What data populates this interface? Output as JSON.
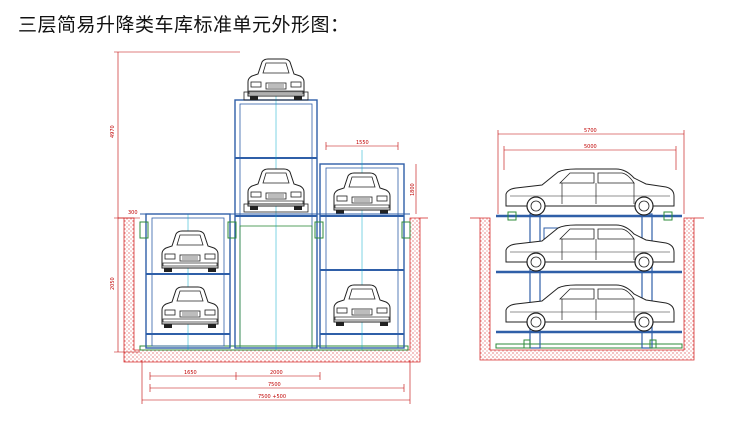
{
  "caption": "三层简易升降类车库标准单元外形图：",
  "colors": {
    "frame": "#2f5fa8",
    "pit_hatch": "#d63030",
    "dimension": "#c00000",
    "platform_green": "#2e8b3a",
    "center_line": "#00a8c8",
    "car_stroke": "#222222"
  },
  "front_view": {
    "dims": {
      "overall_height": "4970",
      "pit_depth": "2050",
      "small_width": "1550",
      "side_height": "1800",
      "top_offset": "300",
      "bay_left": "1650",
      "bay_right": "2000",
      "overall_width": "7500",
      "total_width": "7500 +500"
    }
  },
  "side_view": {
    "dims": {
      "overall_length": "5700",
      "car_length": "5000"
    }
  }
}
